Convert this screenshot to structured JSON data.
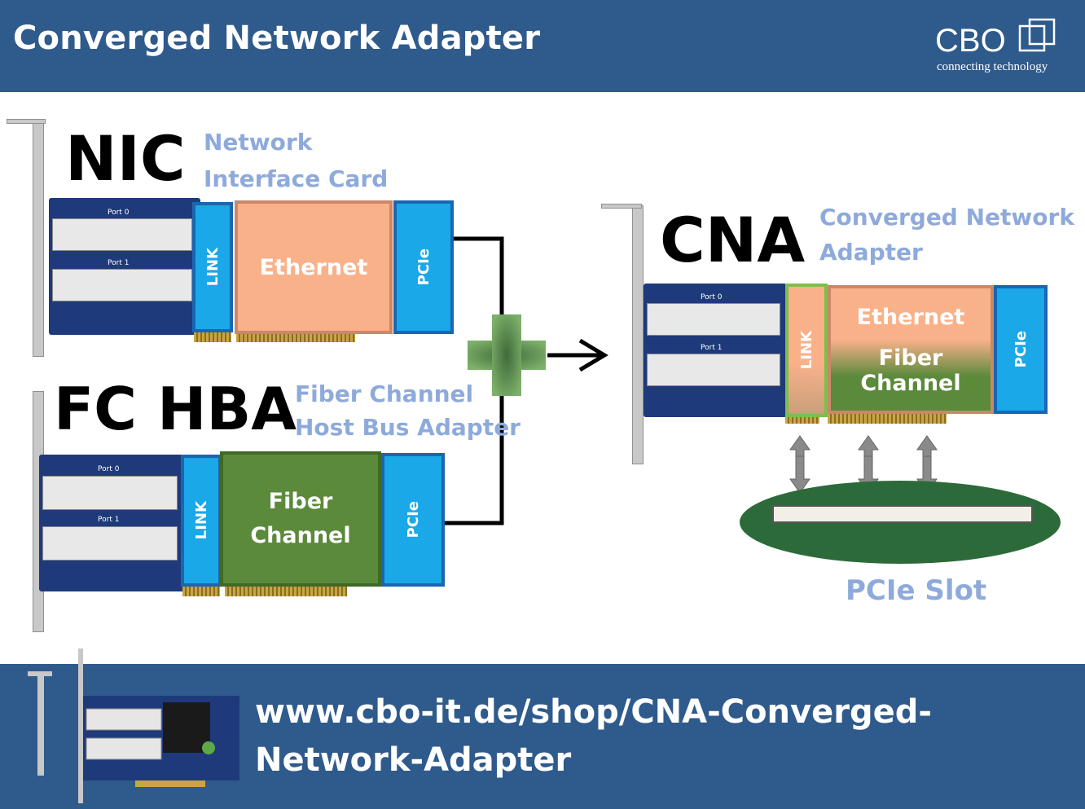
{
  "header": {
    "title": "Converged Network Adapter",
    "logo_text": "CBO",
    "logo_tagline": "connecting technology"
  },
  "nic": {
    "label": "NIC",
    "desc_line1": "Network",
    "desc_line2": "Interface Card",
    "link": "LINK",
    "core": "Ethernet",
    "bus": "PCIe",
    "port0": "Port 0",
    "port1": "Port 1"
  },
  "hba": {
    "label": "FC HBA",
    "desc_line1": "Fiber Channel",
    "desc_line2": "Host Bus Adapter",
    "link": "LINK",
    "core_line1": "Fiber",
    "core_line2": "Channel",
    "bus": "PCIe",
    "port0": "Port 0",
    "port1": "Port 1"
  },
  "cna": {
    "label": "CNA",
    "desc_line1": "Converged Network",
    "desc_line2": "Adapter",
    "link": "LINK",
    "core_top": "Ethernet",
    "core_bottom": "Fiber Channel",
    "bus": "PCIe",
    "port0": "Port 0",
    "port1": "Port 1"
  },
  "slot": {
    "label": "PCIe Slot"
  },
  "footer": {
    "url_line1": "www.cbo-it.de/shop/CNA-Converged-",
    "url_line2": "Network-Adapter"
  },
  "colors": {
    "banner": "#2f5a8c",
    "link_pcie": "#1aa8e8",
    "ethernet": "#f9b18a",
    "fiber_channel": "#5b8a3a",
    "description_text": "#8eaadb",
    "plus_sign": "#6a9a5a"
  }
}
